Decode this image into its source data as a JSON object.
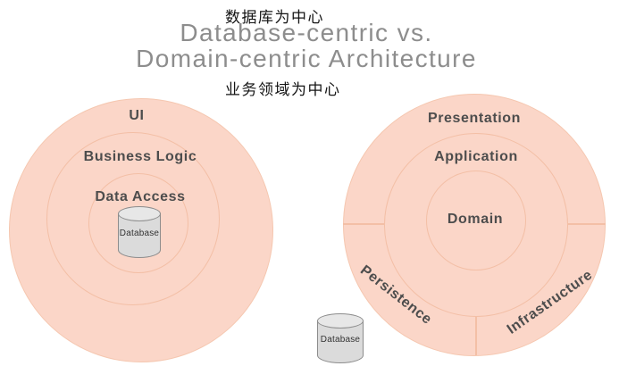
{
  "header": {
    "cn_top": "数据库为中心",
    "title_line1": "Database-centric vs.",
    "title_line2": "Domain-centric Architecture",
    "cn_bottom": "业务领域为中心"
  },
  "left_diagram": {
    "description": "database-centric concentric rings",
    "rings": {
      "outer": "UI",
      "middle": "Business Logic",
      "inner": "Data Access"
    },
    "database_label": "Database"
  },
  "right_diagram": {
    "description": "domain-centric concentric rings",
    "rings": {
      "outer_top": "Presentation",
      "middle": "Application",
      "inner": "Domain",
      "outer_bottom_left": "Persistence",
      "outer_bottom_right": "Infrastructure"
    },
    "database_label": "Database"
  },
  "colors": {
    "ring_fill": "#fbd6c8",
    "ring_stroke": "#f3bfa6",
    "ring_label_text": "#4d4d4d",
    "title_text": "#8d8d8d",
    "chinese_text": "#141414",
    "cylinder_fill": "#dbdbdb",
    "cylinder_stroke": "#8d8d8d"
  }
}
